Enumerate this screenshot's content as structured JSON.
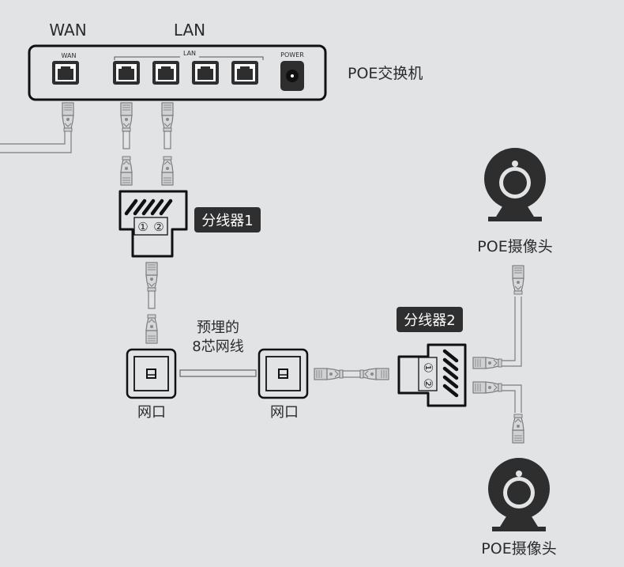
{
  "title": "POE交换机 分线器 网络布线示意图",
  "switch": {
    "name": "POE交换机",
    "header_wan": "WAN",
    "header_lan": "LAN",
    "panel_wan": "WAN",
    "panel_lan": "LAN",
    "panel_power": "POWER",
    "lan_port_count": 4
  },
  "splitter1": {
    "label": "分线器1",
    "port1": "①",
    "port2": "②"
  },
  "splitter2": {
    "label": "分线器2",
    "port1": "①",
    "port2": "②"
  },
  "cable": {
    "line1": "预埋的",
    "line2": "8芯网线"
  },
  "wall_sockets": [
    {
      "label": "网口"
    },
    {
      "label": "网口"
    }
  ],
  "cameras": [
    {
      "label": "POE摄像头"
    },
    {
      "label": "POE摄像头"
    }
  ],
  "colors": {
    "background": "#e1e3e5",
    "device_dark": "#2e2e2e",
    "connector_gray": "#8a8a8a",
    "tag_bg": "#2f2f2f",
    "tag_text": "#ffffff"
  }
}
